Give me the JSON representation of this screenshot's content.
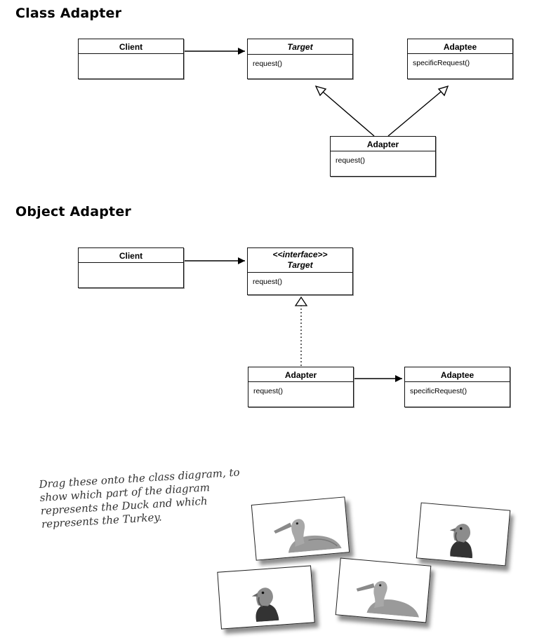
{
  "class_adapter": {
    "title": "Class Adapter",
    "client": {
      "name": "Client"
    },
    "target": {
      "name": "Target",
      "method": "request()"
    },
    "adaptee": {
      "name": "Adaptee",
      "method": "specificRequest()"
    },
    "adapter": {
      "name": "Adapter",
      "method": "request()"
    }
  },
  "object_adapter": {
    "title": "Object Adapter",
    "client": {
      "name": "Client"
    },
    "target": {
      "stereotype": "<<interface>>",
      "name": "Target",
      "method": "request()"
    },
    "adapter": {
      "name": "Adapter",
      "method": "request()"
    },
    "adaptee": {
      "name": "Adaptee",
      "method": "specificRequest()"
    }
  },
  "instruction": "Drag these onto the class diagram, to show which part of the diagram represents the Duck and which represents the Turkey.",
  "cards": [
    {
      "animal": "duck",
      "icon": "duck-icon"
    },
    {
      "animal": "turkey",
      "icon": "turkey-icon"
    },
    {
      "animal": "turkey",
      "icon": "turkey-icon"
    },
    {
      "animal": "duck",
      "icon": "duck-icon"
    }
  ]
}
